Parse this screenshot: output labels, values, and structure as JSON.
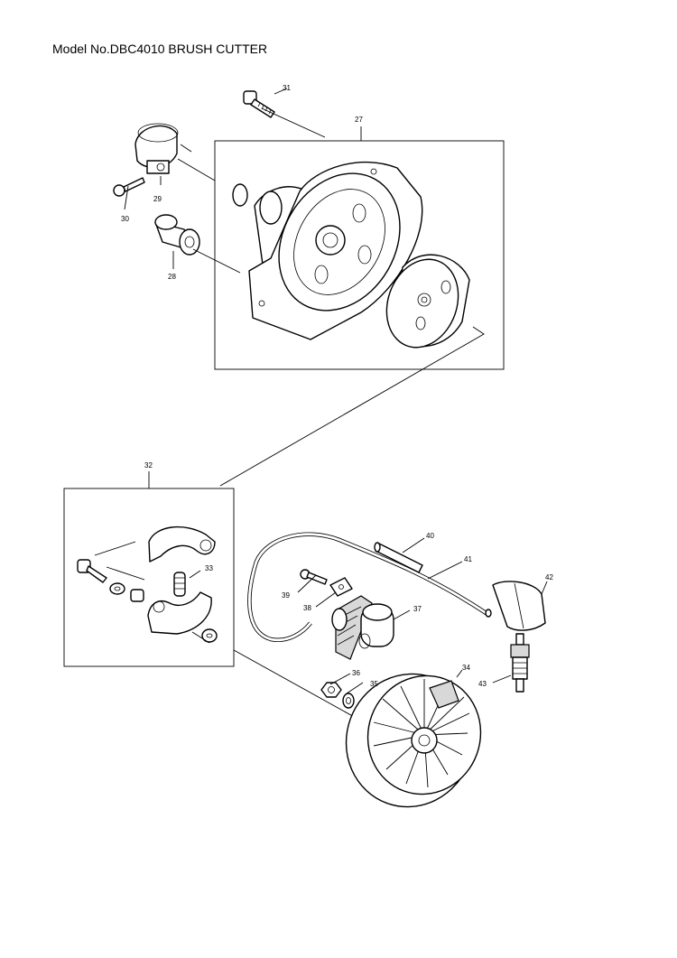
{
  "title": "Model No.DBC4010 BRUSH CUTTER",
  "callouts": {
    "p27": "27",
    "p28": "28",
    "p29": "29",
    "p30": "30",
    "p31": "31",
    "p32": "32",
    "p33": "33",
    "p34": "34",
    "p35": "35",
    "p36": "36",
    "p37": "37",
    "p38": "38",
    "p39": "39",
    "p40": "40",
    "p41": "41",
    "p42": "42",
    "p43": "43"
  }
}
